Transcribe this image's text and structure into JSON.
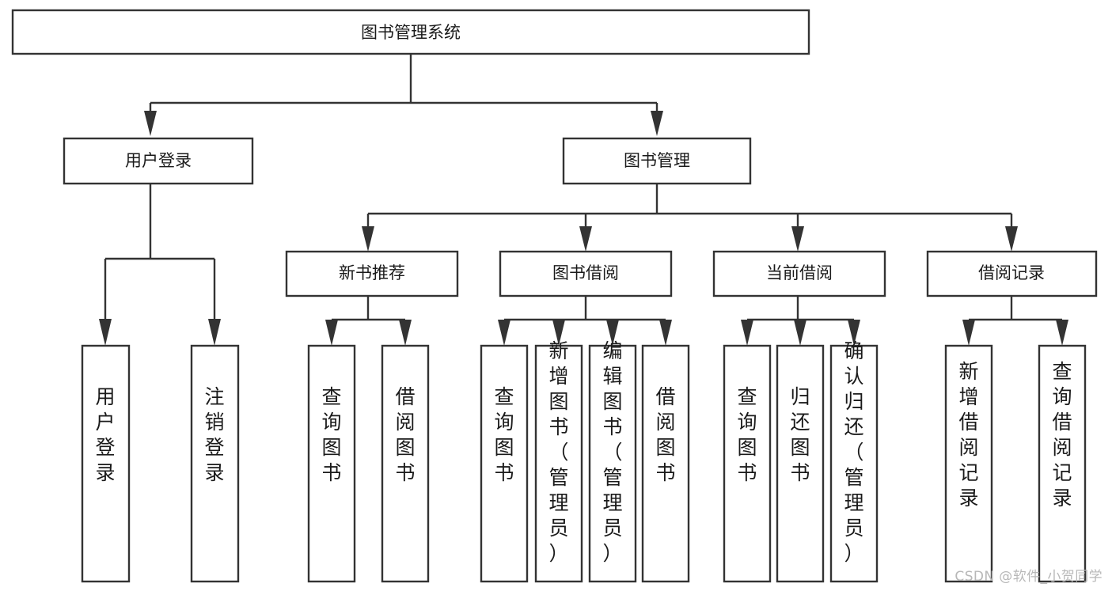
{
  "diagram": {
    "title": "图书管理系统",
    "type": "tree-hierarchy",
    "watermark": "CSDN @软件_小贺同学",
    "colors": {
      "background": "#ffffff",
      "stroke": "#333333",
      "box_fill": "#ffffff",
      "text": "#1a1a1a",
      "watermark": "#b8b8b8"
    },
    "root": {
      "label": "图书管理系统",
      "orientation": "horizontal"
    },
    "level2": [
      {
        "label": "用户登录",
        "orientation": "horizontal"
      },
      {
        "label": "图书管理",
        "orientation": "horizontal"
      }
    ],
    "level3": [
      {
        "label": "新书推荐",
        "orientation": "horizontal"
      },
      {
        "label": "图书借阅",
        "orientation": "horizontal"
      },
      {
        "label": "当前借阅",
        "orientation": "horizontal"
      },
      {
        "label": "借阅记录",
        "orientation": "horizontal"
      }
    ],
    "leaves": {
      "user_login": [
        {
          "label": "用户登录",
          "orientation": "vertical"
        },
        {
          "label": "注销登录",
          "orientation": "vertical"
        }
      ],
      "new_book_recommend": [
        {
          "label": "查询图书",
          "orientation": "vertical"
        },
        {
          "label": "借阅图书",
          "orientation": "vertical"
        }
      ],
      "book_borrow": [
        {
          "label": "查询图书",
          "orientation": "vertical"
        },
        {
          "label": "新增图书（管理员）",
          "orientation": "vertical"
        },
        {
          "label": "编辑图书（管理员）",
          "orientation": "vertical"
        },
        {
          "label": "借阅图书",
          "orientation": "vertical"
        }
      ],
      "current_borrow": [
        {
          "label": "查询图书",
          "orientation": "vertical"
        },
        {
          "label": "归还图书",
          "orientation": "vertical"
        },
        {
          "label": "确认归还（管理员）",
          "orientation": "vertical"
        }
      ],
      "borrow_record": [
        {
          "label": "新增借阅记录",
          "orientation": "vertical"
        },
        {
          "label": "查询借阅记录",
          "orientation": "vertical"
        }
      ]
    }
  }
}
